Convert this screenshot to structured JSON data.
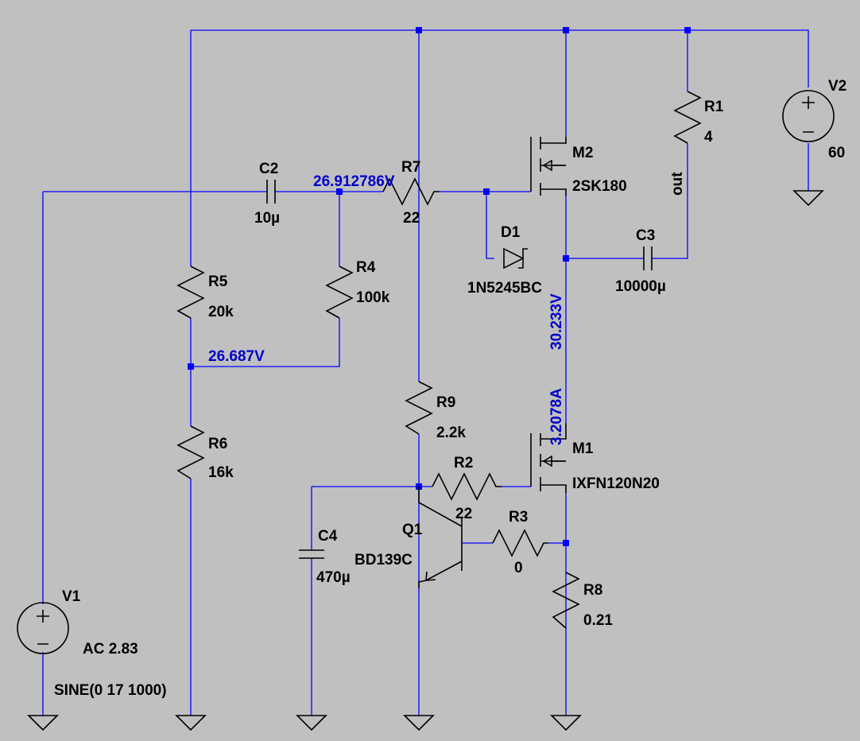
{
  "schematic": {
    "colors": {
      "background": "#c0c0c0",
      "wire": "#0000ff",
      "component": "#000000",
      "annotation": "#0000cc"
    },
    "components": {
      "V1": {
        "name": "V1",
        "value": "AC 2.83",
        "value2": "SINE(0 17 1000)",
        "icon": "voltage-source-icon"
      },
      "V2": {
        "name": "V2",
        "value": "60",
        "icon": "voltage-source-icon"
      },
      "C2": {
        "name": "C2",
        "value": "10µ",
        "icon": "capacitor-icon"
      },
      "C3": {
        "name": "C3",
        "value": "10000µ",
        "icon": "capacitor-icon"
      },
      "C4": {
        "name": "C4",
        "value": "470µ",
        "icon": "capacitor-icon"
      },
      "R1": {
        "name": "R1",
        "value": "4",
        "icon": "resistor-icon"
      },
      "R2": {
        "name": "R2",
        "value": "22",
        "icon": "resistor-icon"
      },
      "R3": {
        "name": "R3",
        "value": "0",
        "icon": "resistor-icon"
      },
      "R4": {
        "name": "R4",
        "value": "100k",
        "icon": "resistor-icon"
      },
      "R5": {
        "name": "R5",
        "value": "20k",
        "icon": "resistor-icon"
      },
      "R6": {
        "name": "R6",
        "value": "16k",
        "icon": "resistor-icon"
      },
      "R7": {
        "name": "R7",
        "value": "22",
        "icon": "resistor-icon"
      },
      "R8": {
        "name": "R8",
        "value": "0.21",
        "icon": "resistor-icon"
      },
      "R9": {
        "name": "R9",
        "value": "2.2k",
        "icon": "resistor-icon"
      },
      "D1": {
        "name": "D1",
        "value": "1N5245BC",
        "icon": "zener-diode-icon"
      },
      "M1": {
        "name": "M1",
        "value": "IXFN120N20",
        "icon": "nmos-transistor-icon"
      },
      "M2": {
        "name": "M2",
        "value": "2SK180",
        "icon": "nmos-transistor-icon"
      },
      "Q1": {
        "name": "Q1",
        "value": "BD139C",
        "icon": "npn-transistor-icon"
      }
    },
    "net_labels": {
      "out": "out"
    },
    "annotations": {
      "v_gate": "26.912786V",
      "v_divider": "26.687V",
      "v_source": "30.233V",
      "i_drain": "3.2078A"
    }
  }
}
